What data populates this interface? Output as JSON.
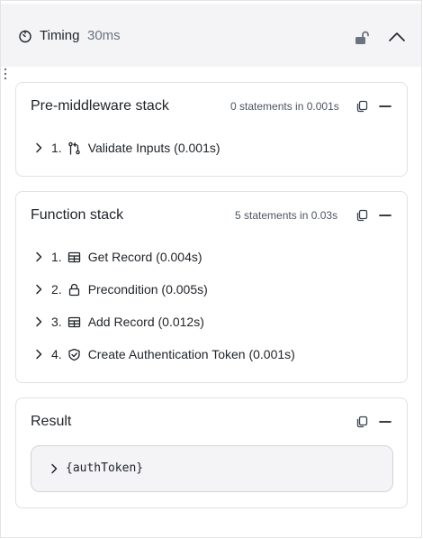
{
  "header": {
    "title": "Timing",
    "duration": "30ms"
  },
  "pre_middleware": {
    "title": "Pre-middleware stack",
    "meta": "0 statements in 0.001s",
    "items": [
      {
        "num": "1.",
        "label": "Validate Inputs (0.001s)",
        "icon": "branch-icon"
      }
    ]
  },
  "function_stack": {
    "title": "Function stack",
    "meta": "5 statements in 0.03s",
    "items": [
      {
        "num": "1.",
        "label": "Get Record (0.004s)",
        "icon": "table-icon"
      },
      {
        "num": "2.",
        "label": "Precondition (0.005s)",
        "icon": "lock-icon"
      },
      {
        "num": "3.",
        "label": "Add Record (0.012s)",
        "icon": "table-icon"
      },
      {
        "num": "4.",
        "label": "Create Authentication Token (0.001s)",
        "icon": "shield-check-icon"
      }
    ]
  },
  "result": {
    "title": "Result",
    "value": "{authToken}"
  }
}
